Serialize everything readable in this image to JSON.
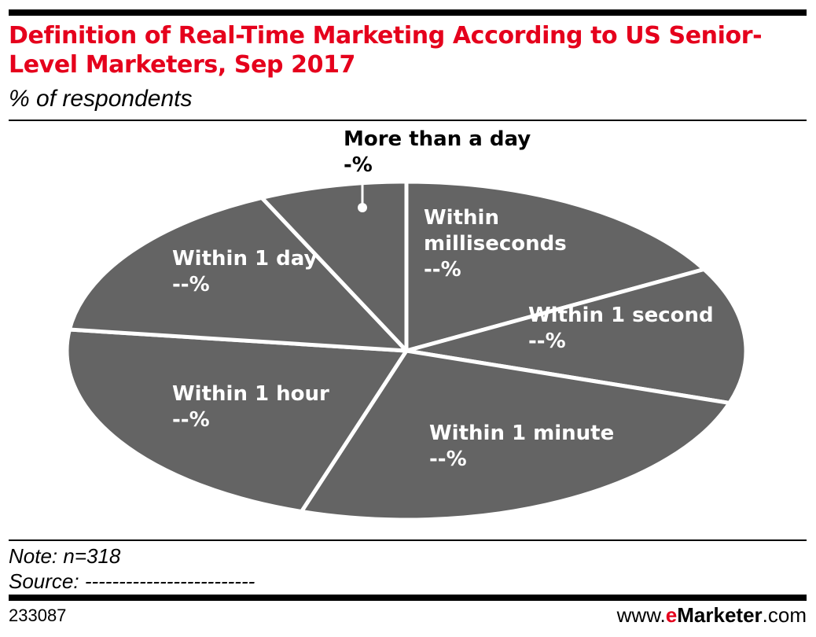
{
  "header": {
    "title": "Definition of Real-Time Marketing According to US Senior-Level Marketers, Sep 2017",
    "subtitle": "% of respondents"
  },
  "chart_data": {
    "type": "pie",
    "title": "Definition of Real-Time Marketing According to US Senior-Level Marketers, Sep 2017",
    "subtitle": "% of respondents",
    "slices": [
      {
        "label_lines": [
          "Within",
          "milliseconds"
        ],
        "value_text": "--%",
        "relative_share": 0.17
      },
      {
        "label_lines": [
          "Within 1 second"
        ],
        "value_text": "--%",
        "relative_share": 0.13
      },
      {
        "label_lines": [
          "Within 1 minute"
        ],
        "value_text": "--%",
        "relative_share": 0.25
      },
      {
        "label_lines": [
          "Within 1 hour"
        ],
        "value_text": "--%",
        "relative_share": 0.22
      },
      {
        "label_lines": [
          "Within 1 day"
        ],
        "value_text": "--%",
        "relative_share": 0.16
      },
      {
        "label_lines": [
          "More than a day"
        ],
        "value_text": "-%",
        "relative_share": 0.07
      }
    ],
    "colors": {
      "slice": "#646464",
      "separator": "#ffffff",
      "label_inside": "#ffffff",
      "label_outside": "#000000"
    }
  },
  "footer": {
    "note": "Note: n=318",
    "source": "Source: -------------------------",
    "chart_id": "233087",
    "brand": {
      "prefix": "www.",
      "strong_e": "e",
      "strong_rest": "Marketer",
      "suffix": ".com"
    }
  },
  "colors": {
    "accent": "#e5001c",
    "text": "#000000"
  }
}
